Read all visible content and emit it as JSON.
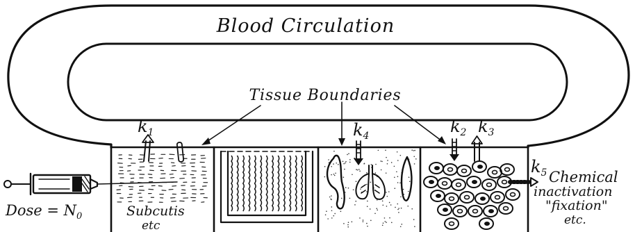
{
  "diagram": {
    "title": "Blood Circulation",
    "boundary_label": "Tissue Boundaries",
    "dose_label": "Dose = N",
    "dose_subscript": "0",
    "subcutis_line1": "Subcutis",
    "subcutis_line2": "etc",
    "k1": "k",
    "k1_sub": "1",
    "k2": "k",
    "k2_sub": "2",
    "k3": "k",
    "k3_sub": "3",
    "k4": "k",
    "k4_sub": "4",
    "k5": "k",
    "k5_sub": "5",
    "chemical_line1": "Chemical",
    "chemical_line2": "inactivation",
    "chemical_line3": "\"fixation\"",
    "chemical_line4": "etc."
  }
}
